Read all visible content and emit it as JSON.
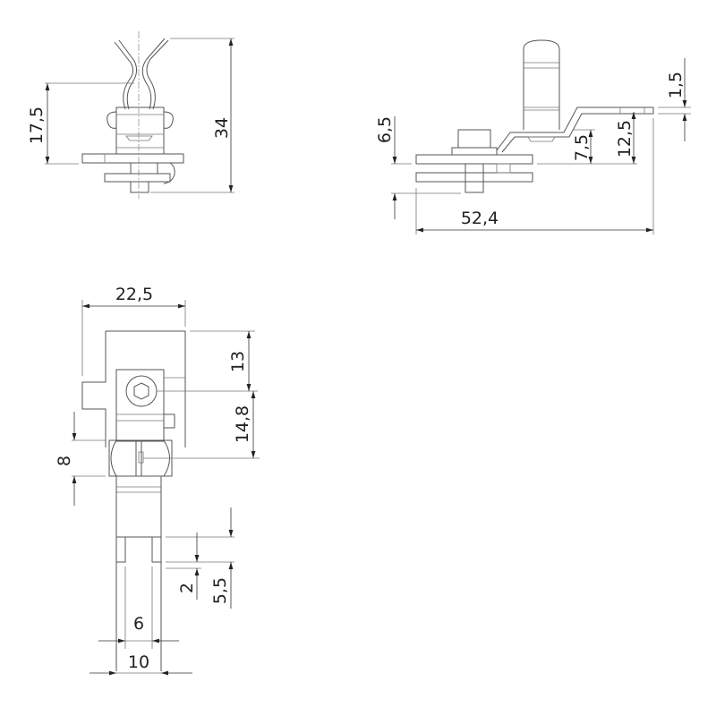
{
  "front_view": {
    "dim_height_total": "34",
    "dim_height_clip": "17,5"
  },
  "side_view": {
    "dim_length": "52,4",
    "dim_plate": "6,5",
    "dim_step": "7,5",
    "dim_tongue_height": "12,5",
    "dim_thickness": "1,5"
  },
  "top_view": {
    "dim_width": "22,5",
    "dim_bolt_offset": "13",
    "dim_ball_offset": "14,8",
    "dim_ball": "8",
    "dim_slot_depth": "2",
    "dim_slot_pos": "5,5",
    "dim_slot_width": "6",
    "dim_shaft_width": "10"
  }
}
